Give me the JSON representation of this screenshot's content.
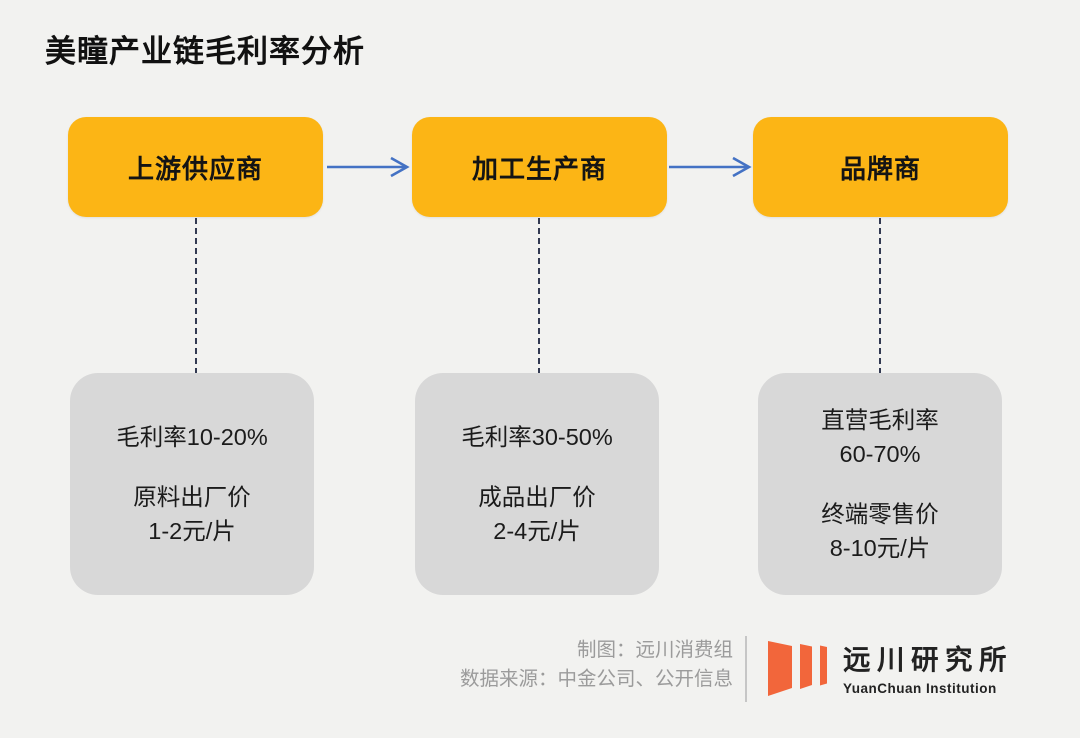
{
  "title": "美瞳产业链毛利率分析",
  "colors": {
    "background": "#F2F2F0",
    "stage-fill": "#FCB515",
    "detail-fill": "#D8D8D8",
    "arrow-blue": "#4472C4",
    "connector-navy": "#333A52",
    "text-dark": "#1B1B1B",
    "credit-gray": "#9B9B9B",
    "logo-orange": "#F2663B"
  },
  "flow": {
    "stages": [
      {
        "label": "上游供应商",
        "margin_lines": [
          "毛利率10-20%"
        ],
        "price_lines": [
          "原料出厂价",
          "1-2元/片"
        ]
      },
      {
        "label": "加工生产商",
        "margin_lines": [
          "毛利率30-50%"
        ],
        "price_lines": [
          "成品出厂价",
          "2-4元/片"
        ]
      },
      {
        "label": "品牌商",
        "margin_lines": [
          "直营毛利率",
          "60-70%"
        ],
        "price_lines": [
          "终端零售价",
          "8-10元/片"
        ]
      }
    ]
  },
  "footer": {
    "credit_line1": "制图：远川消费组",
    "credit_line2": "数据来源：中金公司、公开信息",
    "logo_cn": "远川研究所",
    "logo_en": "YuanChuan Institution"
  }
}
